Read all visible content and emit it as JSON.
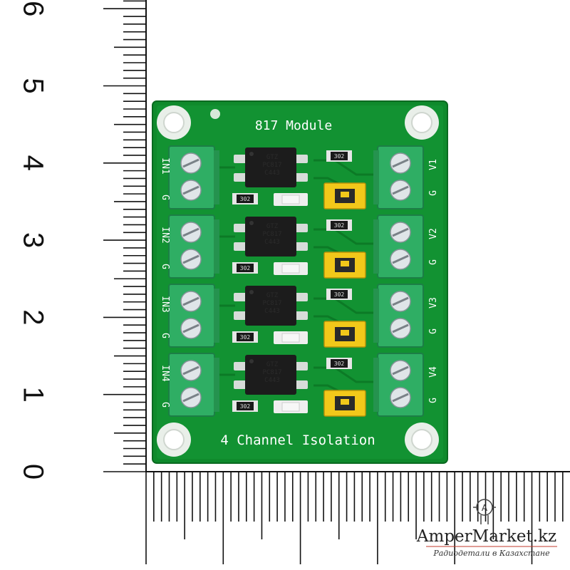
{
  "ruler": {
    "vertical_labels": [
      "0",
      "1",
      "2",
      "3",
      "4",
      "5",
      "6"
    ]
  },
  "board": {
    "color": "#0f8a2c",
    "title": "817 Module",
    "footer": "4 Channel Isolation",
    "channels": [
      {
        "in_label": "IN1",
        "out_label": "V1",
        "gnd_left": "G",
        "gnd_right": "G",
        "res_top": "302",
        "res_bottom": "302"
      },
      {
        "in_label": "IN2",
        "out_label": "V2",
        "gnd_left": "G",
        "gnd_right": "G",
        "res_top": "302",
        "res_bottom": "302"
      },
      {
        "in_label": "IN3",
        "out_label": "V3",
        "gnd_left": "G",
        "gnd_right": "G",
        "res_top": "302",
        "res_bottom": "302"
      },
      {
        "in_label": "IN4",
        "out_label": "V4",
        "gnd_left": "G",
        "gnd_right": "G",
        "res_top": "302",
        "res_bottom": "302"
      }
    ],
    "chip_lines": [
      "GTZ",
      "PC817",
      "C443"
    ]
  },
  "watermark": {
    "name": "AmperMarket.kz",
    "tagline": "Радиодетали в Казахстане"
  }
}
